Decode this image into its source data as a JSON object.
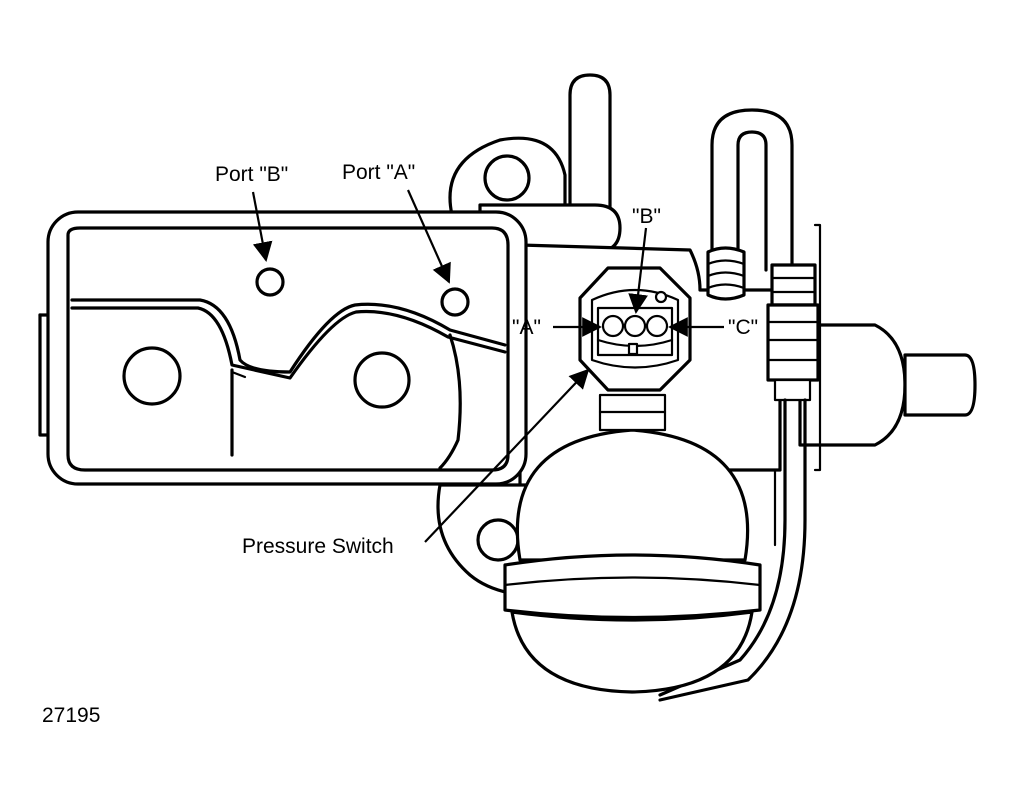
{
  "labels": {
    "port_b": "Port \"B\"",
    "port_a": "Port \"A\"",
    "terminal_b": "\"B\"",
    "terminal_a": "\"A\"",
    "terminal_c": "\"C\"",
    "pressure_switch": "Pressure Switch",
    "figure_number": "27195"
  }
}
